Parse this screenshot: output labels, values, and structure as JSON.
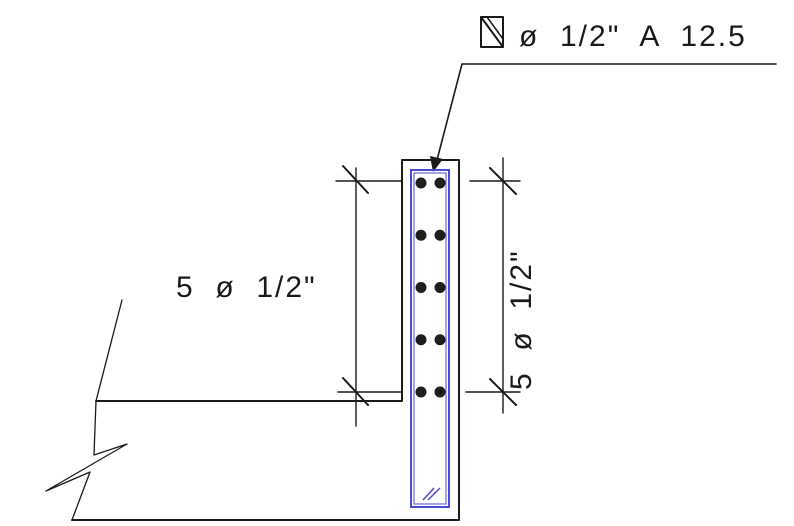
{
  "callout": {
    "label": "ø  1/2\"  A  12.5",
    "icon": "section-mark-icon"
  },
  "left_dimension": {
    "label": "5  ø  1/2\""
  },
  "right_dimension": {
    "label": "5  ø  1/2\""
  },
  "rebar": {
    "rows": 5,
    "bars_per_row": 2
  },
  "colors": {
    "line": "#1a1a1a",
    "stirrup": "#4a4ad6",
    "rebar": "#1e1e1e"
  }
}
